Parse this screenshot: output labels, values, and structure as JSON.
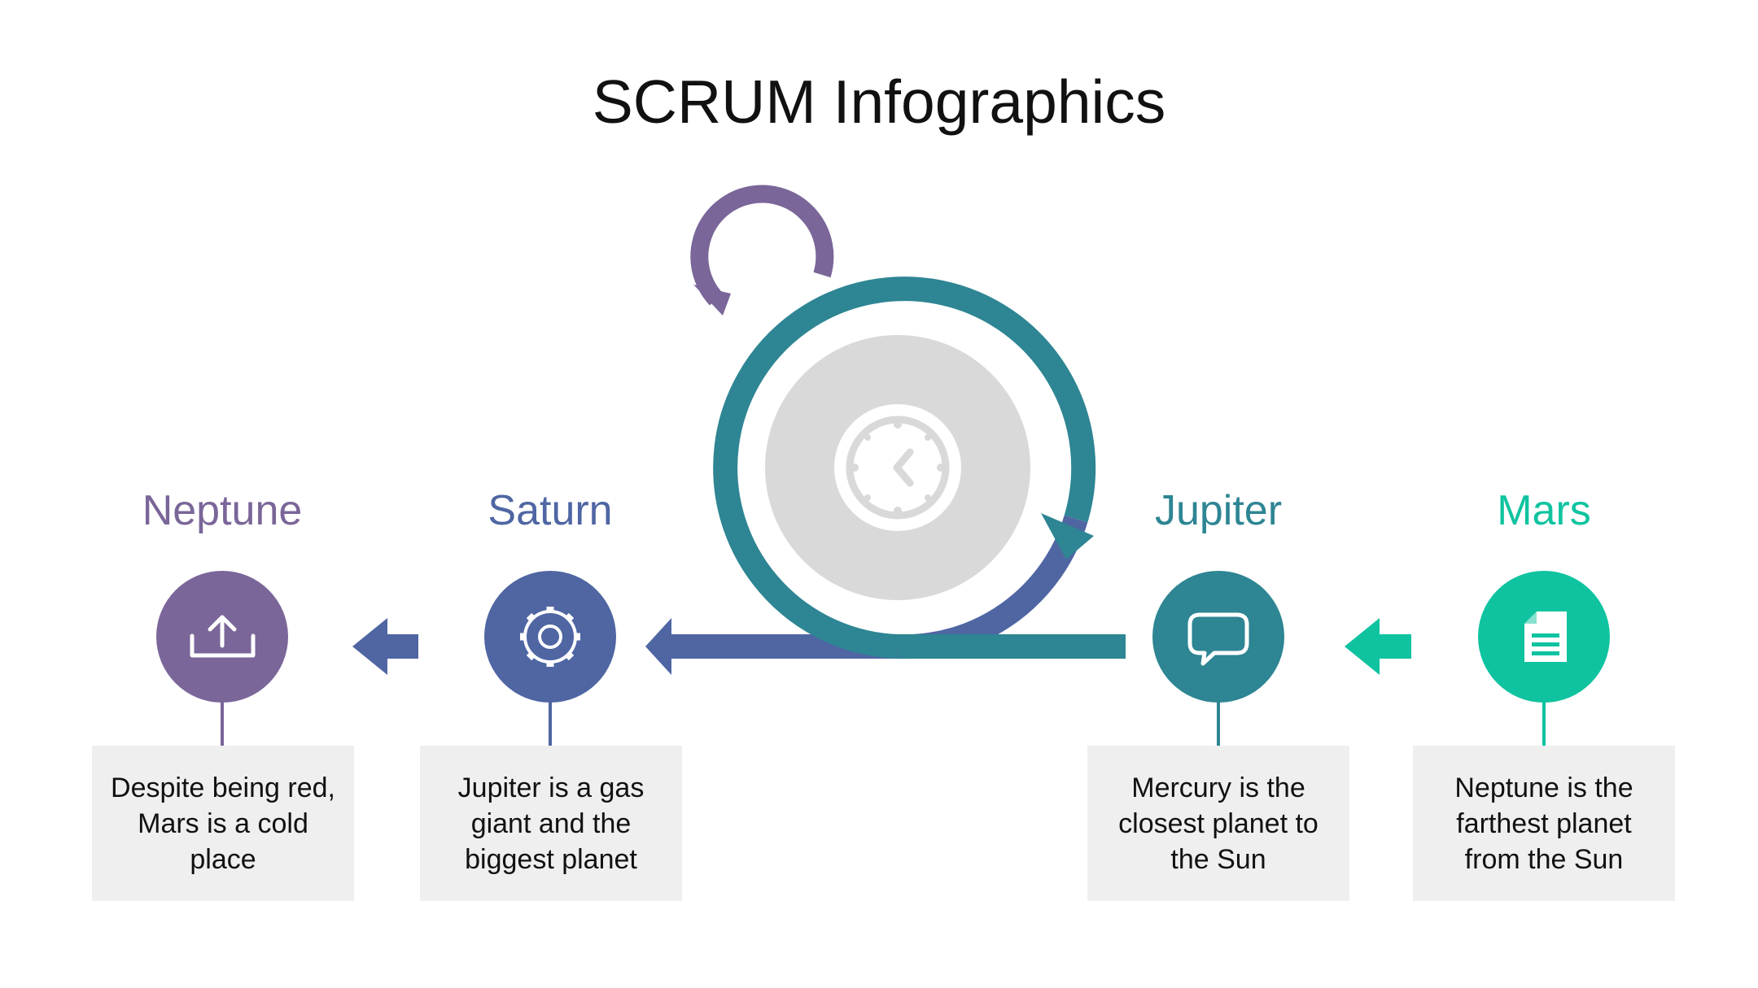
{
  "title": "SCRUM Infographics",
  "colors": {
    "purple": "#7a6699",
    "indigo": "#4f66a3",
    "teal": "#2e8593",
    "green": "#0fc3a0",
    "circle_gray": "#d9d9d9",
    "box_gray": "#efefef"
  },
  "steps": [
    {
      "label": "Neptune",
      "icon": "upload-icon",
      "color": "#7a6699",
      "description": "Despite being red, Mars is a cold place"
    },
    {
      "label": "Saturn",
      "icon": "gear-icon",
      "color": "#4f66a3",
      "description": "Jupiter is a gas giant and the biggest planet"
    },
    {
      "label": "Jupiter",
      "icon": "chat-bubble-icon",
      "color": "#2e8593",
      "description": "Mercury is the closest planet to the Sun"
    },
    {
      "label": "Mars",
      "icon": "document-icon",
      "color": "#0fc3a0",
      "description": "Neptune is the farthest planet from the Sun"
    }
  ],
  "center_icon": "clock-icon"
}
